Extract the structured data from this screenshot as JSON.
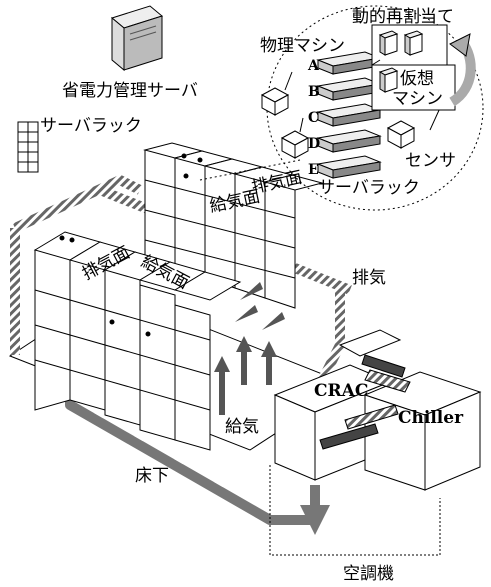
{
  "labels": {
    "mgmt_server": "省電力管理サーバ",
    "server_rack_legend": "サーバラック",
    "dynamic_reassign": "動的再割当て",
    "physical_machine": "物理マシン",
    "virtual_machine_1": "仮想",
    "virtual_machine_2": "マシン",
    "sensor": "センサ",
    "server_rack_zoom": "サーバラック",
    "exhaust_face_1": "排気面",
    "exhaust_face_2": "排気面",
    "supply_face_1": "給気面",
    "supply_face_2": "給気面",
    "exhaust": "排気",
    "crac": "CRAC",
    "chiller": "Chiller",
    "supply": "給気",
    "underfloor": "床下",
    "air_conditioner": "空調機"
  },
  "machines": [
    "A",
    "B",
    "C",
    "D",
    "E"
  ]
}
